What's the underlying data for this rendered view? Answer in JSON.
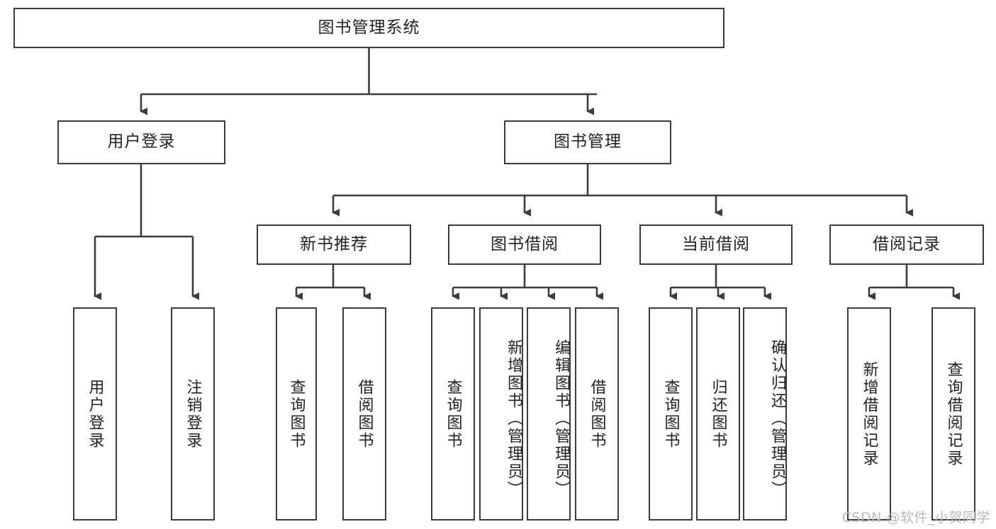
{
  "diagram": {
    "title": "图书管理系统",
    "root": {
      "label": "图书管理系统"
    },
    "level1": [
      {
        "label": "用户登录"
      },
      {
        "label": "图书管理"
      }
    ],
    "level2": [
      {
        "label": "新书推荐"
      },
      {
        "label": "图书借阅"
      },
      {
        "label": "当前借阅"
      },
      {
        "label": "借阅记录"
      }
    ],
    "leaves": {
      "user_login": [
        {
          "label": "用户登录"
        },
        {
          "label": "注销登录"
        }
      ],
      "new_book_recommend": [
        {
          "label": "查询图书"
        },
        {
          "label": "借阅图书"
        }
      ],
      "book_borrow": [
        {
          "label": "查询图书"
        },
        {
          "label": "新增图书（管理员）"
        },
        {
          "label": "编辑图书（管理员）"
        },
        {
          "label": "借阅图书"
        }
      ],
      "current_borrow": [
        {
          "label": "查询图书"
        },
        {
          "label": "归还图书"
        },
        {
          "label": "确认归还（管理员）"
        }
      ],
      "borrow_record": [
        {
          "label": "新增借阅记录"
        },
        {
          "label": "查询借阅记录"
        }
      ]
    }
  },
  "watermark": {
    "text": "CSDN @软件_小贺同学"
  },
  "colors": {
    "line": "#3c3c3c",
    "box_border": "#3c3c3c",
    "box_fill": "#ffffff",
    "text": "#222222",
    "watermark": "#b9b9b9",
    "background": "#ffffff"
  }
}
